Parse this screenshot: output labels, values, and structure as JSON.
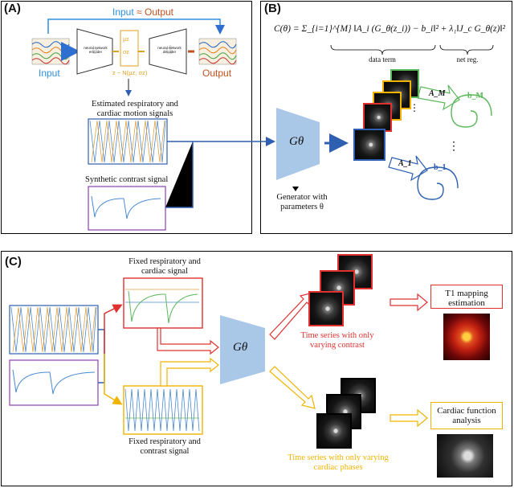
{
  "panel_a": {
    "label": "(A)",
    "title_input": "Input",
    "title_approx": "≈",
    "title_output": "Output",
    "input_label": "Input",
    "output_label": "Output",
    "encoder_label": "neural network encoder",
    "decoder_label": "neural network decoder",
    "latent_mu": "μz",
    "latent_sigma": "σz",
    "latent_dist": "z ~ N(μz, σz)",
    "motion_caption": "Estimated respiratory and cardiac motion signals",
    "contrast_caption": "Synthetic contrast signal",
    "generator_caption": "Generator with parameters θ",
    "generator_symbol": "Gθ"
  },
  "panel_b": {
    "label": "(B)",
    "formula": "C(θ) = Σ_{i=1}^{M} ‖A_i (G_θ(z_i)) − b_i‖² + λ₁‖J_c G_θ(z)‖²",
    "data_term": "data term",
    "net_reg": "net reg.",
    "a_m": "A_M",
    "b_m": "b_M",
    "a_1": "A_1",
    "b_1": "b_1",
    "colors": {
      "blue": "#2e5fb0",
      "green": "#5cb85c"
    }
  },
  "panel_c": {
    "label": "(C)",
    "fixed_resp_cardiac": "Fixed respiratory and cardiac signal",
    "fixed_resp_contrast": "Fixed respiratory and contrast signal",
    "generator_symbol": "Gθ",
    "ts_contrast": "Time series with only varying contrast",
    "ts_cardiac": "Time series with only varying cardiac phases",
    "t1_mapping": "T1 mapping estimation",
    "cardiac_function": "Cardiac function analysis",
    "colors": {
      "red": "#e03030",
      "yellow": "#f0b400",
      "purple": "#8a3fb0",
      "blue": "#2e5fb0"
    }
  }
}
